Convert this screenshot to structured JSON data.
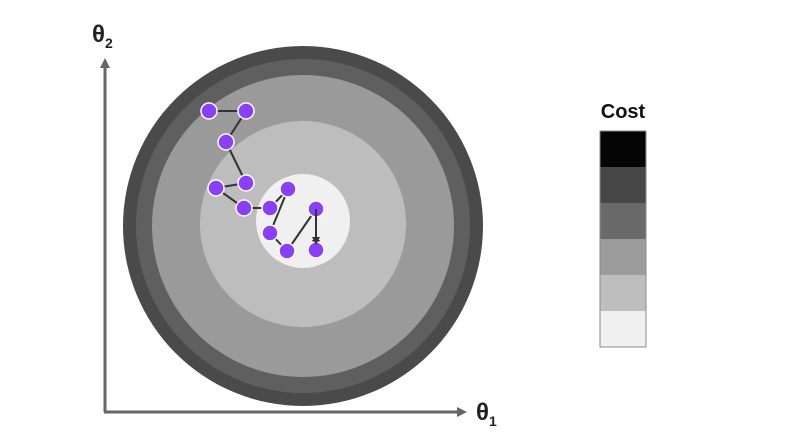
{
  "axes": {
    "x_label": "θ",
    "x_subscript": "1",
    "y_label": "θ",
    "y_subscript": "2",
    "axis_color": "#666666"
  },
  "contour": {
    "outer_border_color": "#4a4a4a",
    "rings": [
      {
        "name": "ring-1",
        "color": "#5f5f5f"
      },
      {
        "name": "ring-2",
        "color": "#9a9a9a"
      },
      {
        "name": "ring-3",
        "color": "#bdbdbd"
      },
      {
        "name": "ring-4",
        "color": "#f0f0f0"
      }
    ]
  },
  "path": {
    "point_color": "#8a3ffc",
    "point_stroke": "#ffffff",
    "line_color": "#333333"
  },
  "legend": {
    "title": "Cost",
    "levels": [
      {
        "name": "cost-level-1",
        "color": "#050505"
      },
      {
        "name": "cost-level-2",
        "color": "#474747"
      },
      {
        "name": "cost-level-3",
        "color": "#6a6a6a"
      },
      {
        "name": "cost-level-4",
        "color": "#9b9b9b"
      },
      {
        "name": "cost-level-5",
        "color": "#bebebe"
      },
      {
        "name": "cost-level-6",
        "color": "#f0f0f0"
      }
    ]
  }
}
